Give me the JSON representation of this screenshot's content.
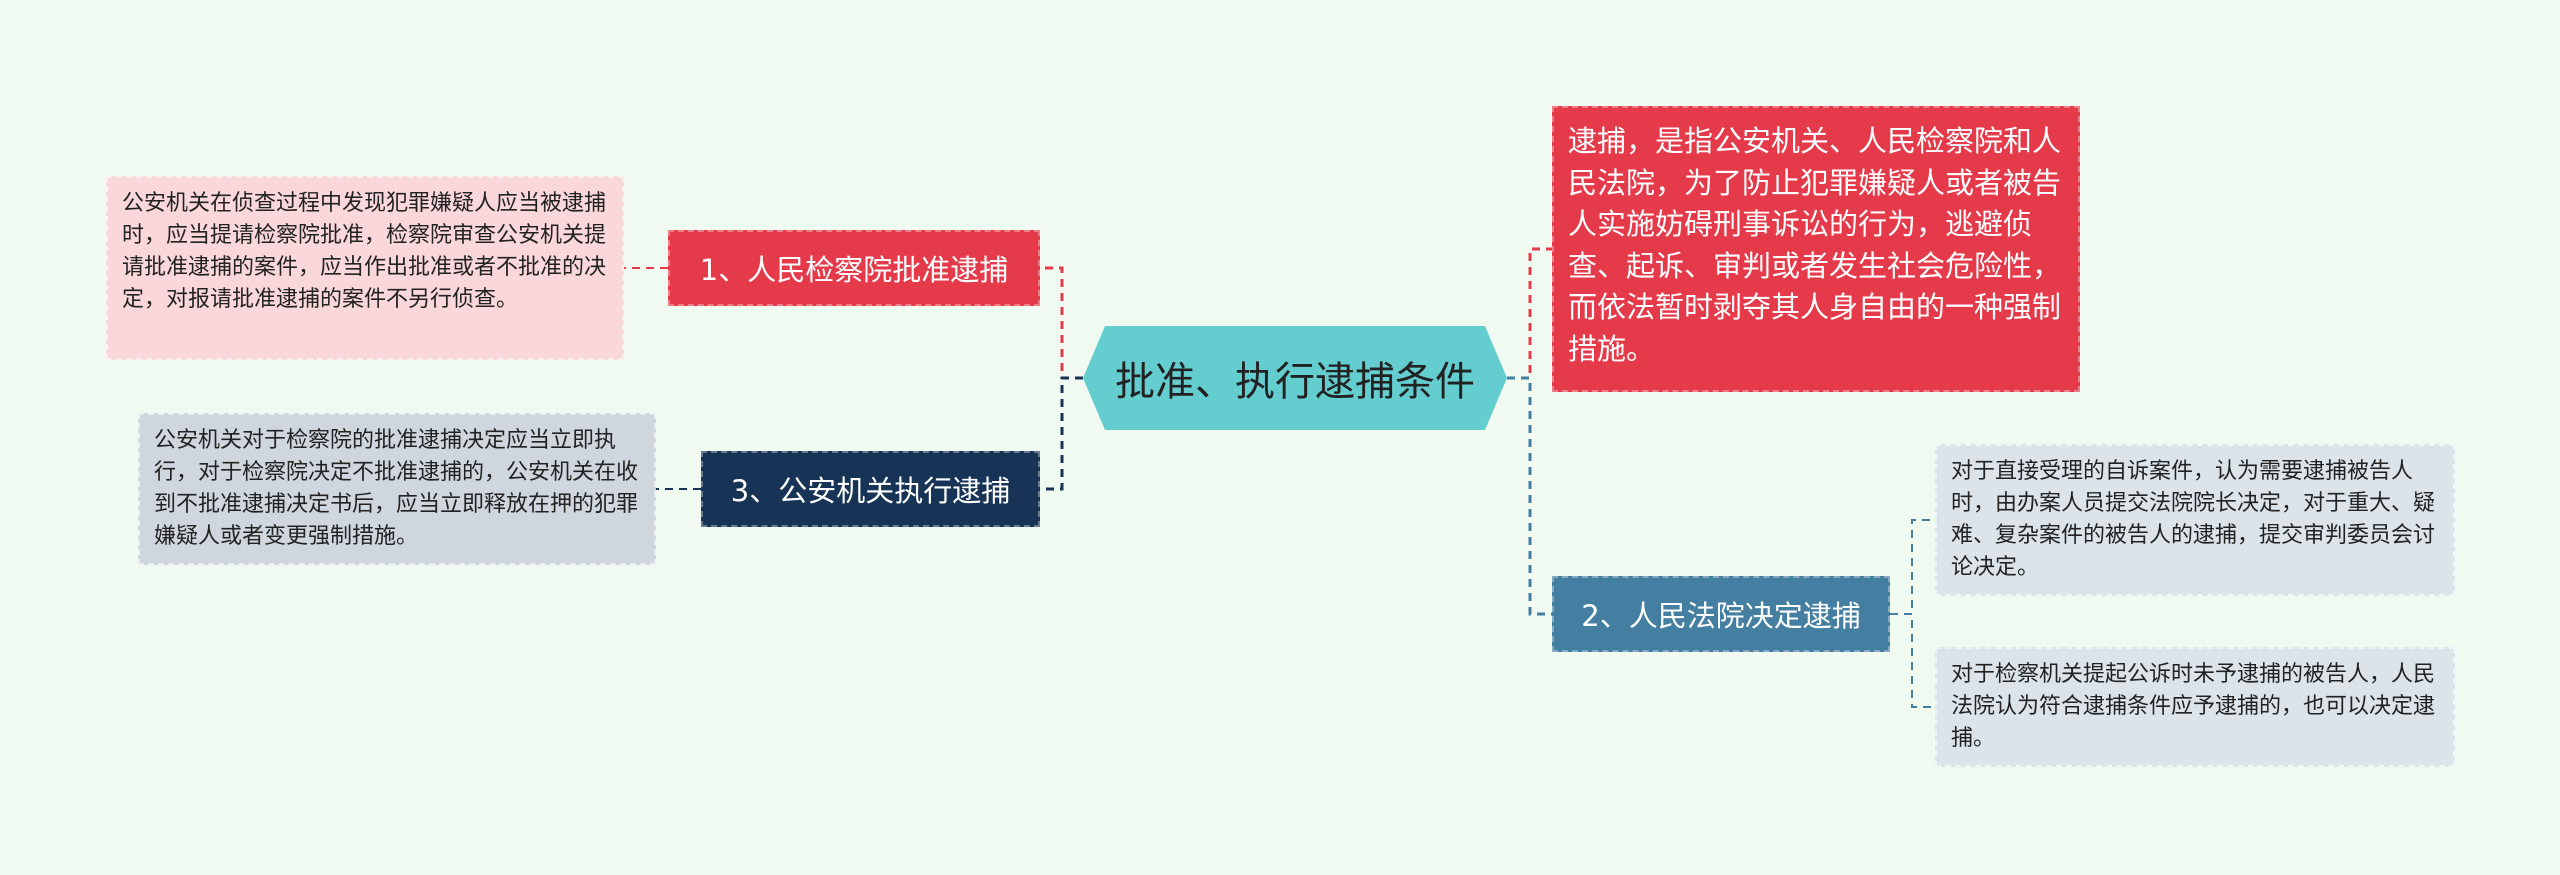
{
  "center": {
    "label": "批准、执行逮捕条件"
  },
  "definition": {
    "text": "逮捕，是指公安机关、人民检察院和人民法院，为了防止犯罪嫌疑人或者被告人实施妨碍刑事诉讼的行为，逃避侦查、起诉、审判或者发生社会危险性，而依法暂时剥夺其人身自由的一种强制措施。"
  },
  "branches": [
    {
      "label": "1、人民检察院批准逮捕"
    },
    {
      "label": "2、人民法院决定逮捕"
    },
    {
      "label": "3、公安机关执行逮捕"
    }
  ],
  "leaves": {
    "procuratorate": "公安机关在侦查过程中发现犯罪嫌疑人应当被逮捕时，应当提请检察院批准，检察院审查公安机关提请批准逮捕的案件，应当作出批准或者不批准的决定，对报请批准逮捕的案件不另行侦查。",
    "court_a": "对于直接受理的自诉案件，认为需要逮捕被告人时，由办案人员提交法院院长决定，对于重大、疑难、复杂案件的被告人的逮捕，提交审判委员会讨论决定。",
    "court_b": "对于检察机关提起公诉时未予逮捕的被告人，人民法院认为符合逮捕条件应予逮捕的，也可以决定逮捕。",
    "police": "公安机关对于检察院的批准逮捕决定应当立即执行，对于检察院决定不批准逮捕的，公安机关在收到不批准逮捕决定书后，应当立即释放在押的犯罪嫌疑人或者变更强制措施。"
  },
  "colors": {
    "background": "#f1faf0",
    "center": "#63cdd0",
    "red": "#e53a4a",
    "navy": "#173456",
    "steel_blue": "#447ea1",
    "pink_leaf": "#fad7db",
    "gray_leaf": "#d0d6de",
    "blue_leaf": "#dce4ea"
  }
}
